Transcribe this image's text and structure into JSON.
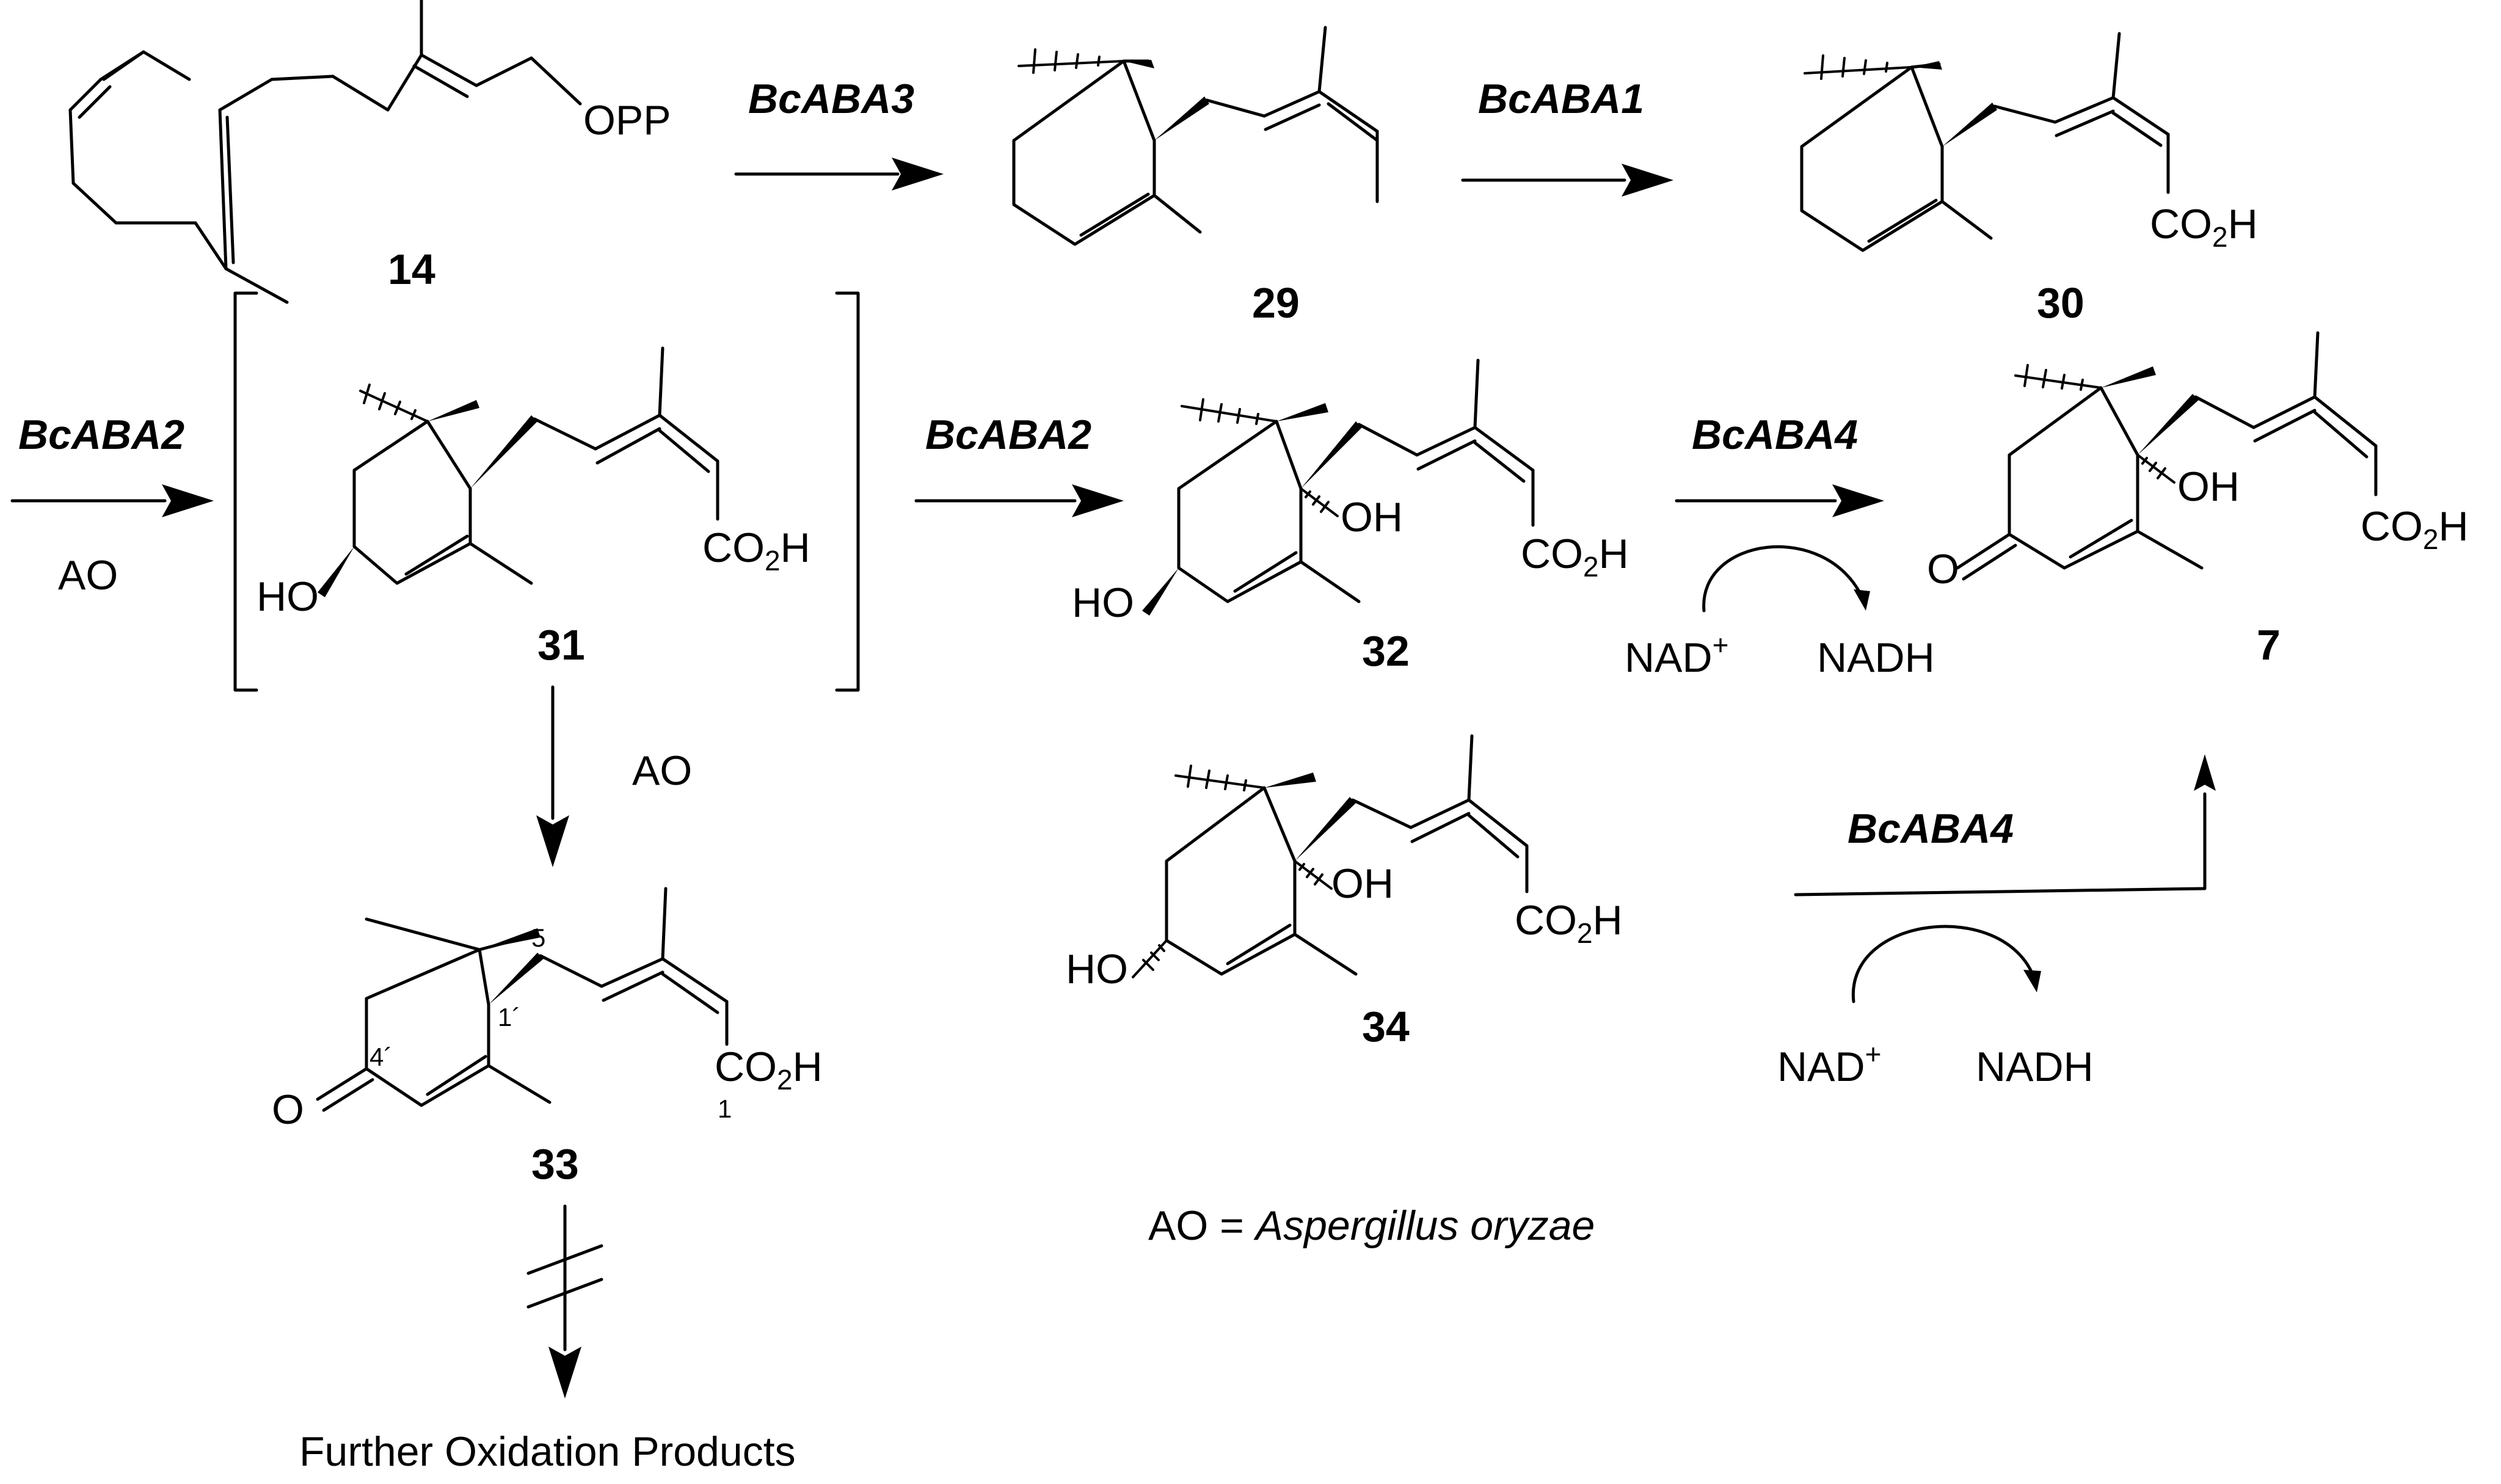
{
  "compounds": {
    "c14": {
      "number": "14",
      "group": "OPP"
    },
    "c29": {
      "number": "29"
    },
    "c30": {
      "number": "30",
      "acid": {
        "a": "CO",
        "sub": "2",
        "b": "H"
      }
    },
    "c31": {
      "number": "31",
      "acid": {
        "a": "CO",
        "sub": "2",
        "b": "H"
      },
      "hydroxyl": "HO"
    },
    "c32": {
      "number": "32",
      "acid": {
        "a": "CO",
        "sub": "2",
        "b": "H"
      },
      "hydroxyl": "HO",
      "oh": "OH"
    },
    "c7": {
      "number": "7",
      "acid": {
        "a": "CO",
        "sub": "2",
        "b": "H"
      },
      "oh": "OH",
      "keto": "O"
    },
    "c33": {
      "number": "33",
      "acid": {
        "a": "CO",
        "sub": "2",
        "b": "H"
      },
      "keto": "O",
      "locants": {
        "c5": "5",
        "c1prime": "1´",
        "c4prime": "4´",
        "c1": "1"
      }
    },
    "c34": {
      "number": "34",
      "acid": {
        "a": "CO",
        "sub": "2",
        "b": "H"
      },
      "hydroxyl": "HO",
      "oh": "OH"
    }
  },
  "steps": {
    "bcaba3": "BcABA3",
    "bcaba1": "BcABA1",
    "bcaba2_first": "BcABA2",
    "ao_first": "AO",
    "bcaba2_second": "BcABA2",
    "bcaba4_upper": "BcABA4",
    "ao_down": "AO",
    "bcaba4_lower": "BcABA4"
  },
  "cofactors": {
    "upper": {
      "nad": "NAD",
      "nad_charge": "+",
      "nadh": "NADH"
    },
    "lower": {
      "nad": "NAD",
      "nad_charge": "+",
      "nadh": "NADH"
    }
  },
  "blocked_step": {
    "label": "Further Oxidation Products"
  },
  "legend": {
    "abbr": "AO = ",
    "meaning": "Aspergillus oryzae"
  }
}
